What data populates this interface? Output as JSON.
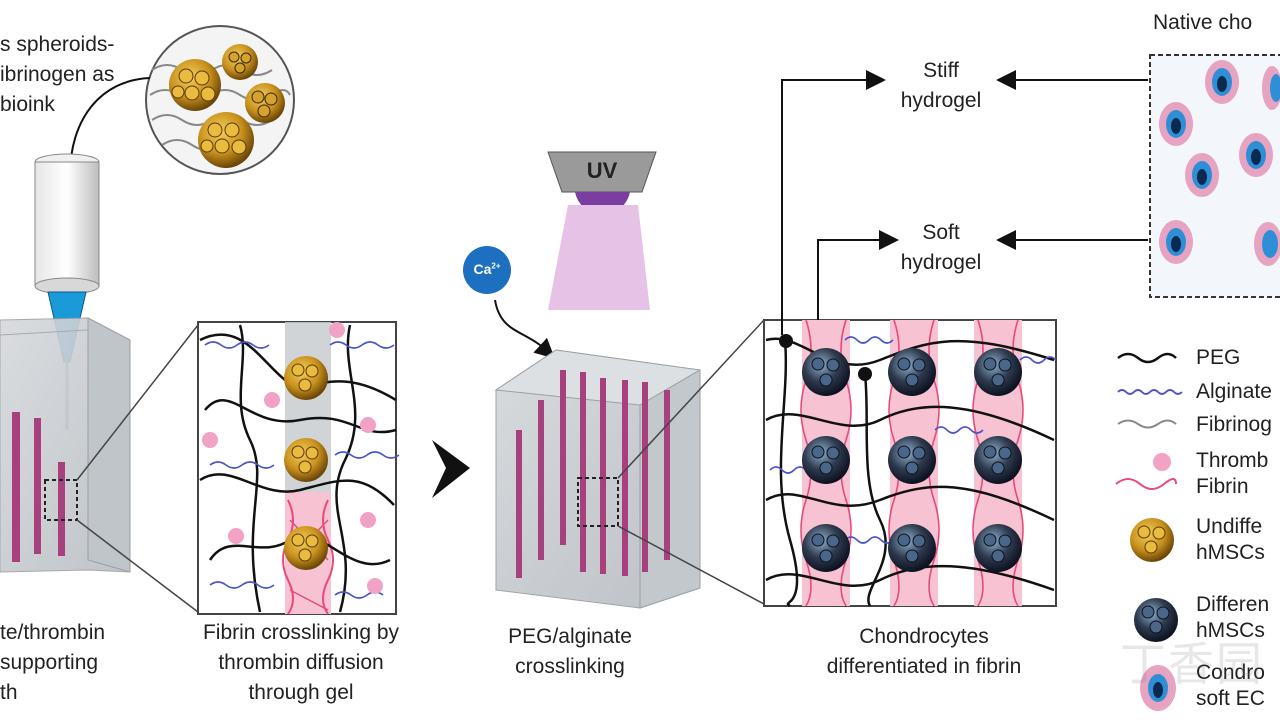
{
  "labels": {
    "bioink": "s spheroids-\nibrinogen as\nbioink",
    "native": "Native cho",
    "stiff": "Stiff\nhydrogel",
    "soft": "Soft\nhydrogel",
    "uv": "UV",
    "ca": "Ca",
    "ca_sup": "2+",
    "step1": "te/thrombin\nsupporting\nth",
    "step2": "Fibrin crosslinking by\nthrombin diffusion\nthrough gel",
    "step3": "PEG/alginate\ncrosslinking",
    "step4": "Chondrocytes\ndifferentiated in fibrin"
  },
  "legend": [
    {
      "icon": "peg-line-icon",
      "text": "PEG"
    },
    {
      "icon": "alginate-line-icon",
      "text": "Alginate"
    },
    {
      "icon": "fibrinogen-line-icon",
      "text": "Fibrinog"
    },
    {
      "icon": "thrombin-fibrin-icon",
      "text": "Thromb\nFibrin"
    },
    {
      "icon": "undifferentiated-spheroid-icon",
      "text": "Undiffe\nhMSCs"
    },
    {
      "icon": "differentiated-spheroid-icon",
      "text": "Differen\nhMSCs"
    },
    {
      "icon": "chondrocyte-icon",
      "text": "Condro\nsoft EC"
    }
  ],
  "colors": {
    "peg": "#111111",
    "alginate": "#4a54c8",
    "fibrinogen": "#8a8a8a",
    "thrombin": "#f2a2c4",
    "fibrin": "#e84a7a",
    "gel_gray": "#c8ccd0",
    "strand_magenta": "#a8407e",
    "undiff_spheroid": "#c89420",
    "diff_spheroid": "#2e3a4e",
    "ca_blue": "#1d6fc0",
    "uv_purple": "#7a3ea0",
    "uv_beam": "#e6c2e6",
    "needle_blue": "#1a9ad8"
  },
  "watermark": "丁香园"
}
